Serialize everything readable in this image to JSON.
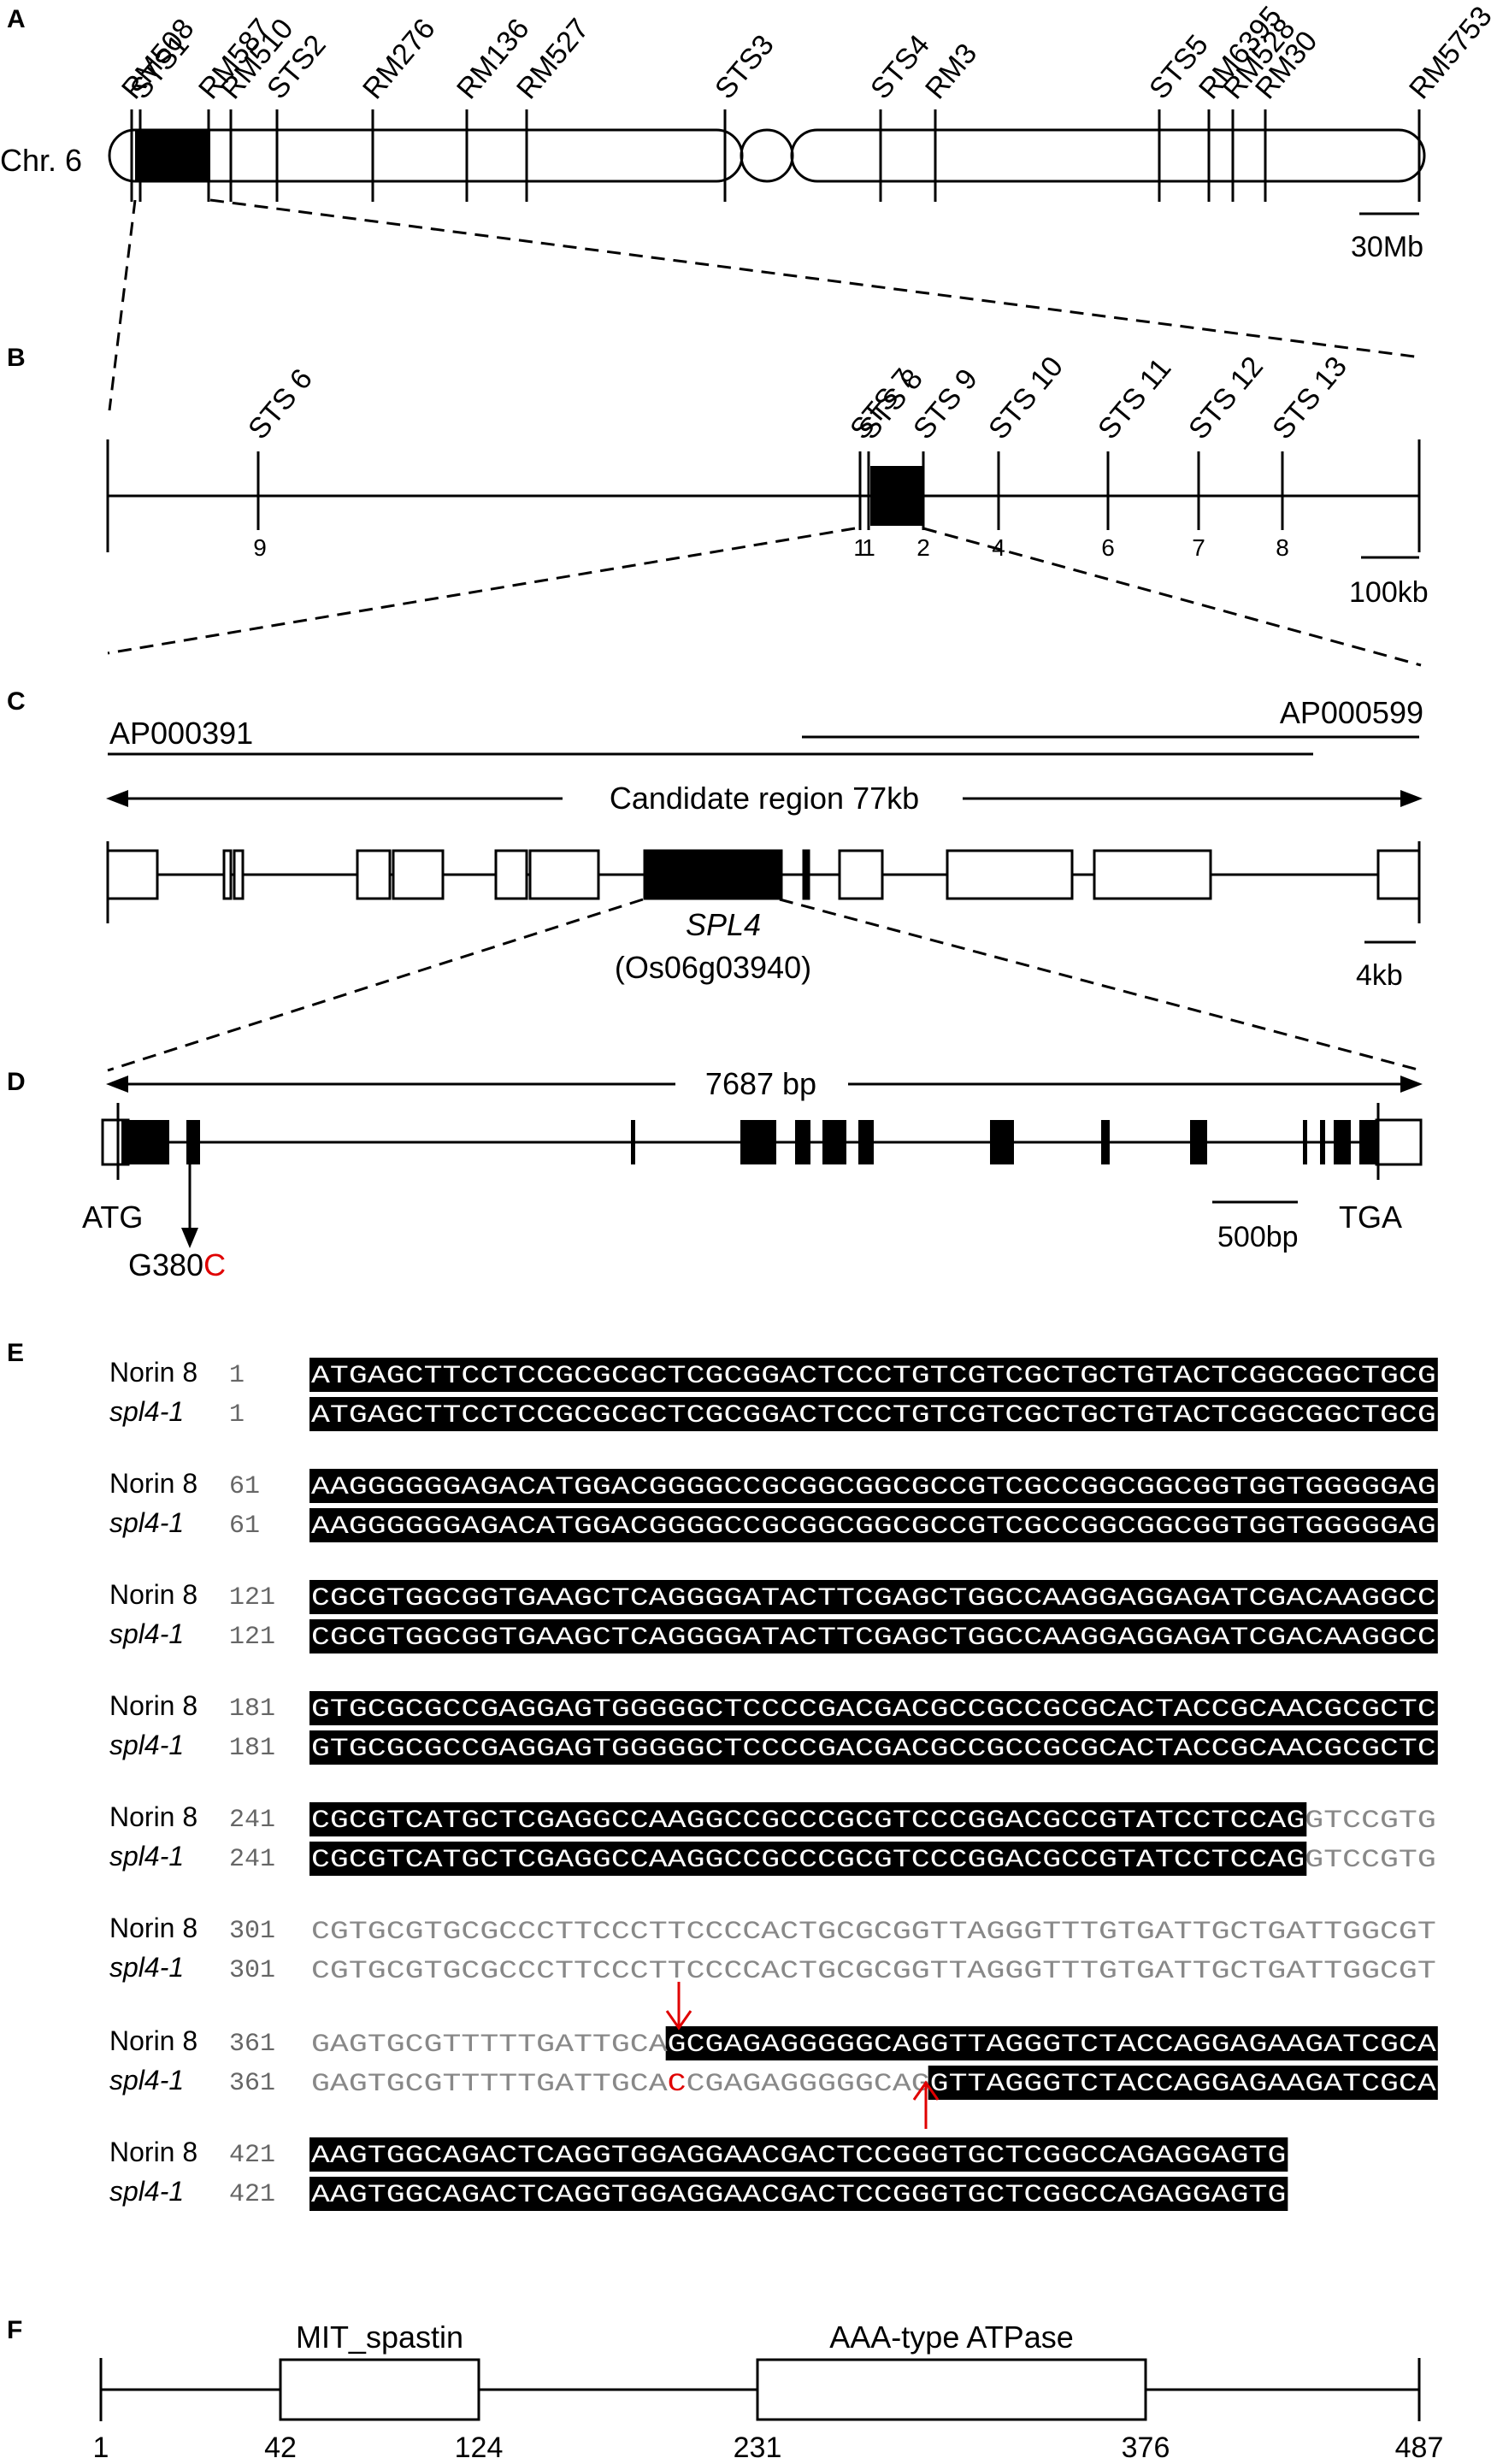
{
  "panel_letters": {
    "A": "A",
    "B": "B",
    "C": "C",
    "D": "D",
    "E": "E",
    "F": "F"
  },
  "panelA": {
    "chrom_label": "Chr. 6",
    "markers": [
      "RM508",
      "STS1",
      "RM587",
      "RM510",
      "STS2",
      "RM276",
      "RM136",
      "RM527",
      "STS3",
      "STS4",
      "RM3",
      "STS5",
      "RM6395",
      "RM528",
      "RM30",
      "RM5753"
    ],
    "scale": "30Mb"
  },
  "panelB": {
    "markers": [
      "STS 6",
      "STS 7",
      "STS 8",
      "STS 9",
      "STS 10",
      "STS 11",
      "STS 12",
      "STS 13"
    ],
    "recombinants": [
      "9",
      "1",
      "1",
      "2",
      "4",
      "6",
      "7",
      "8"
    ],
    "scale": "100kb"
  },
  "panelC": {
    "bac_left": "AP000391",
    "bac_right": "AP000599",
    "candidate": "Candidate region 77kb",
    "gene_name": "SPL4",
    "gene_id": "(Os06g03940)",
    "scale": "4kb"
  },
  "panelD": {
    "length": "7687 bp",
    "start": "ATG",
    "stop": "TGA",
    "mutation_prefix": "G380",
    "mutation_base": "C",
    "scale": "500bp"
  },
  "panelE": {
    "wt_name": "Norin 8",
    "mut_name": "spl4-1",
    "rows": [
      {
        "pos": "1",
        "wt": "ATGAGCTTCCTCCGCGCGCTCGCGGACTCCCTGTCGTCGCTGCTGTACTCGGCGGCTGCG",
        "mut": "ATGAGCTTCCTCCGCGCGCTCGCGGACTCCCTGTCGTCGCTGCTGTACTCGGCGGCTGCG"
      },
      {
        "pos": "61",
        "wt": "AAGGGGGGAGACATGGACGGGGCCGCGGCGGCGCCGTCGCCGGCGGCGGTGGTGGGGGAG",
        "mut": "AAGGGGGGAGACATGGACGGGGCCGCGGCGGCGCCGTCGCCGGCGGCGGTGGTGGGGGAG"
      },
      {
        "pos": "121",
        "wt": "CGCGTGGCGGTGAAGCTCAGGGGATACTTCGAGCTGGCCAAGGAGGAGATCGACAAGGCC",
        "mut": "CGCGTGGCGGTGAAGCTCAGGGGATACTTCGAGCTGGCCAAGGAGGAGATCGACAAGGCC"
      },
      {
        "pos": "181",
        "wt": "GTGCGCGCCGAGGAGTGGGGGCTCCCCGACGACGCCGCCGCGCACTACCGCAACGCGCTC",
        "mut": "GTGCGCGCCGAGGAGTGGGGGCTCCCCGACGACGCCGCCGCGCACTACCGCAACGCGCTC"
      },
      {
        "pos": "241",
        "wt": "CGCGTCATGCTCGAGGCCAAGGCCGCCCGCGTCCCGGACGCCGTATCCTCCAGGTCCGTG",
        "mut": "CGCGTCATGCTCGAGGCCAAGGCCGCCCGCGTCCCGGACGCCGTATCCTCCAGGTCCGTG"
      },
      {
        "pos": "301",
        "wt": "CGTGCGTGCGCCCTTCCCTTCCCCACTGCGCGGTTAGGGTTTGTGATTGCTGATTGGCGT",
        "mut": "CGTGCGTGCGCCCTTCCCTTCCCCACTGCGCGGTTAGGGTTTGTGATTGCTGATTGGCGT"
      },
      {
        "pos": "361",
        "wt": "GAGTGCGTTTTTGATTGCAGCGAGAGGGGGCAGGTTAGGGTCTACCAGGAGAAGATCGCA",
        "mut": "GAGTGCGTTTTTGATTGCACCGAGAGGGGGCAGGTTAGGGTCTACCAGGAGAAGATCGCA"
      },
      {
        "pos": "421",
        "wt": "AAGTGGCAGACTCAGGTGGAGGAACGACTCCGGGTGCTCGGCCAGAGGAGTG",
        "mut": "AAGTGGCAGACTCAGGTGGAGGAACGACTCCGGGTGCTCGGCCAGAGGAGTG"
      }
    ]
  },
  "panelF": {
    "domain1": "MIT_spastin",
    "domain2": "AAA-type ATPase",
    "positions": [
      "1",
      "42",
      "124",
      "231",
      "376",
      "487"
    ]
  },
  "colors": {
    "line": "#000000",
    "exon_fill": "#000000",
    "mutation": "#e00000",
    "seq_gray": "#888888"
  }
}
